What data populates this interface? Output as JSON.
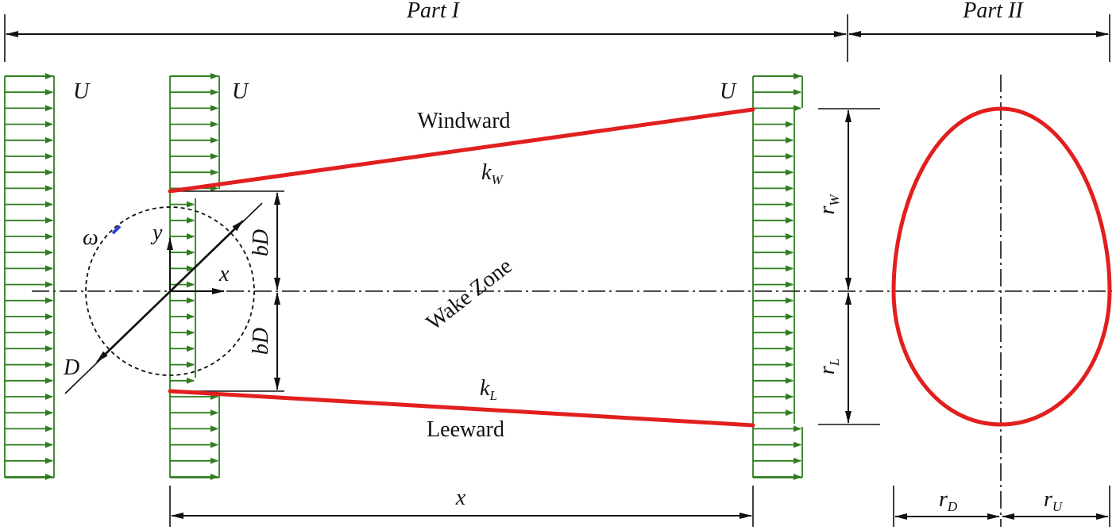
{
  "parts": {
    "part1": "Part I",
    "part2": "Part II"
  },
  "flow": {
    "u1": "U",
    "u2": "U",
    "u3": "U"
  },
  "labels": {
    "windward": "Windward",
    "leeward": "Leeward",
    "wake_zone": "Wake Zone",
    "k_w_base": "k",
    "k_w_sub": "W",
    "k_l_base": "k",
    "k_l_sub": "L",
    "omega": "ω",
    "y": "y",
    "x_axis": "x",
    "bd_top": "bD",
    "bd_bottom": "bD",
    "d": "D",
    "x_dim": "x",
    "r_w_base": "r",
    "r_w_sub": "W",
    "r_l_base": "r",
    "r_l_sub": "L",
    "r_d_base": "r",
    "r_d_sub": "D",
    "r_u_base": "r",
    "r_u_sub": "U"
  },
  "colors": {
    "boundary": "#e21f1f",
    "velocity_profile": "#2e7d1e",
    "rotation_arrow": "#2b3fd6",
    "line": "#111111"
  }
}
